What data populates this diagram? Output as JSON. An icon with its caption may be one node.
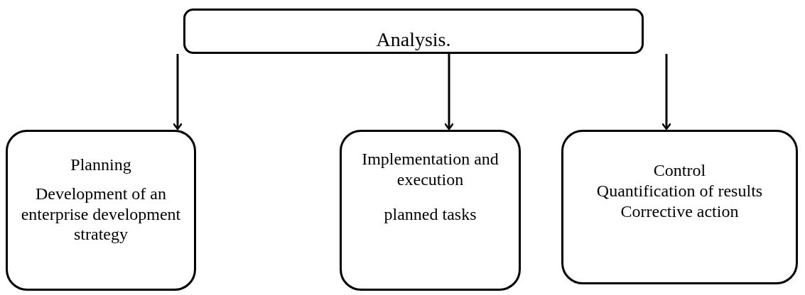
{
  "diagram": {
    "nodes": [
      {
        "text": [
          "Analysis."
        ]
      },
      {
        "text": [
          "Planning",
          "Development of an enterprise development strategy"
        ]
      },
      {
        "text": [
          "Implementation and execution",
          "planned tasks"
        ]
      },
      {
        "text": [
          "Control",
          "Quantification of results",
          "Corrective action"
        ]
      }
    ],
    "edges": [
      {
        "from": 0,
        "to": 1,
        "arrow": "to"
      },
      {
        "from": 0,
        "to": 2,
        "arrow": "to"
      },
      {
        "from": 0,
        "to": 3,
        "arrow": "to"
      }
    ]
  }
}
